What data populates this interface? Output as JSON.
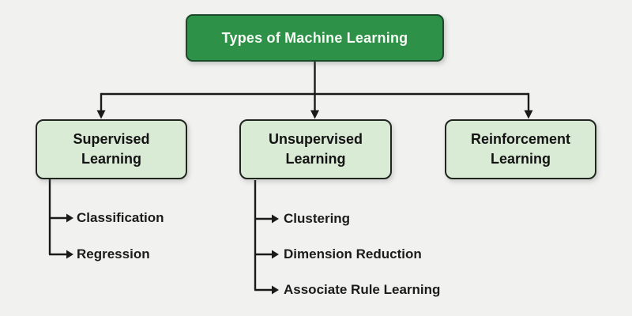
{
  "diagram": {
    "root": {
      "label": "Types of Machine Learning"
    },
    "branches": [
      {
        "label": "Supervised Learning",
        "children": [
          "Classification",
          "Regression"
        ]
      },
      {
        "label": "Unsupervised Learning",
        "children": [
          "Clustering",
          "Dimension Reduction",
          "Associate Rule Learning"
        ]
      },
      {
        "label": "Reinforcement Learning",
        "children": []
      }
    ]
  },
  "colors": {
    "background": "#f1f1ef",
    "root_fill": "#2e9148",
    "root_border": "#1b4a2a",
    "root_text": "#f6fbf6",
    "branch_fill": "#d9ead5",
    "branch_border": "#20261f",
    "branch_text": "#131313",
    "leaf_text": "#1b1b1b",
    "connector_line": "#1a1a1a"
  }
}
